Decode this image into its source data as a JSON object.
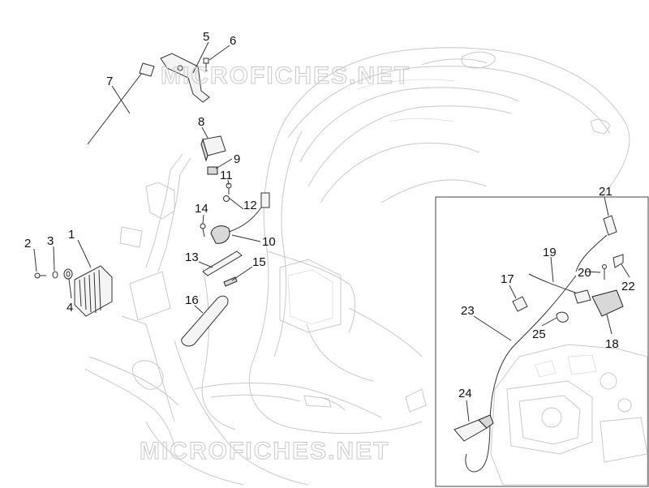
{
  "watermark": "MICROFICHES.NET",
  "callouts": {
    "n1": "1",
    "n2": "2",
    "n3": "3",
    "n4": "4",
    "n5": "5",
    "n6": "6",
    "n7": "7",
    "n8": "8",
    "n9": "9",
    "n10": "10",
    "n11": "11",
    "n12": "12",
    "n13": "13",
    "n14": "14",
    "n15": "15",
    "n16": "16",
    "n17": "17",
    "n18": "18",
    "n19": "19",
    "n20": "20",
    "n21": "21",
    "n22": "22",
    "n23": "23",
    "n24": "24",
    "n25": "25"
  },
  "colors": {
    "line": "#333333",
    "frame": "#c9c9c9",
    "watermark": "#c8c8c8",
    "background": "#ffffff"
  }
}
